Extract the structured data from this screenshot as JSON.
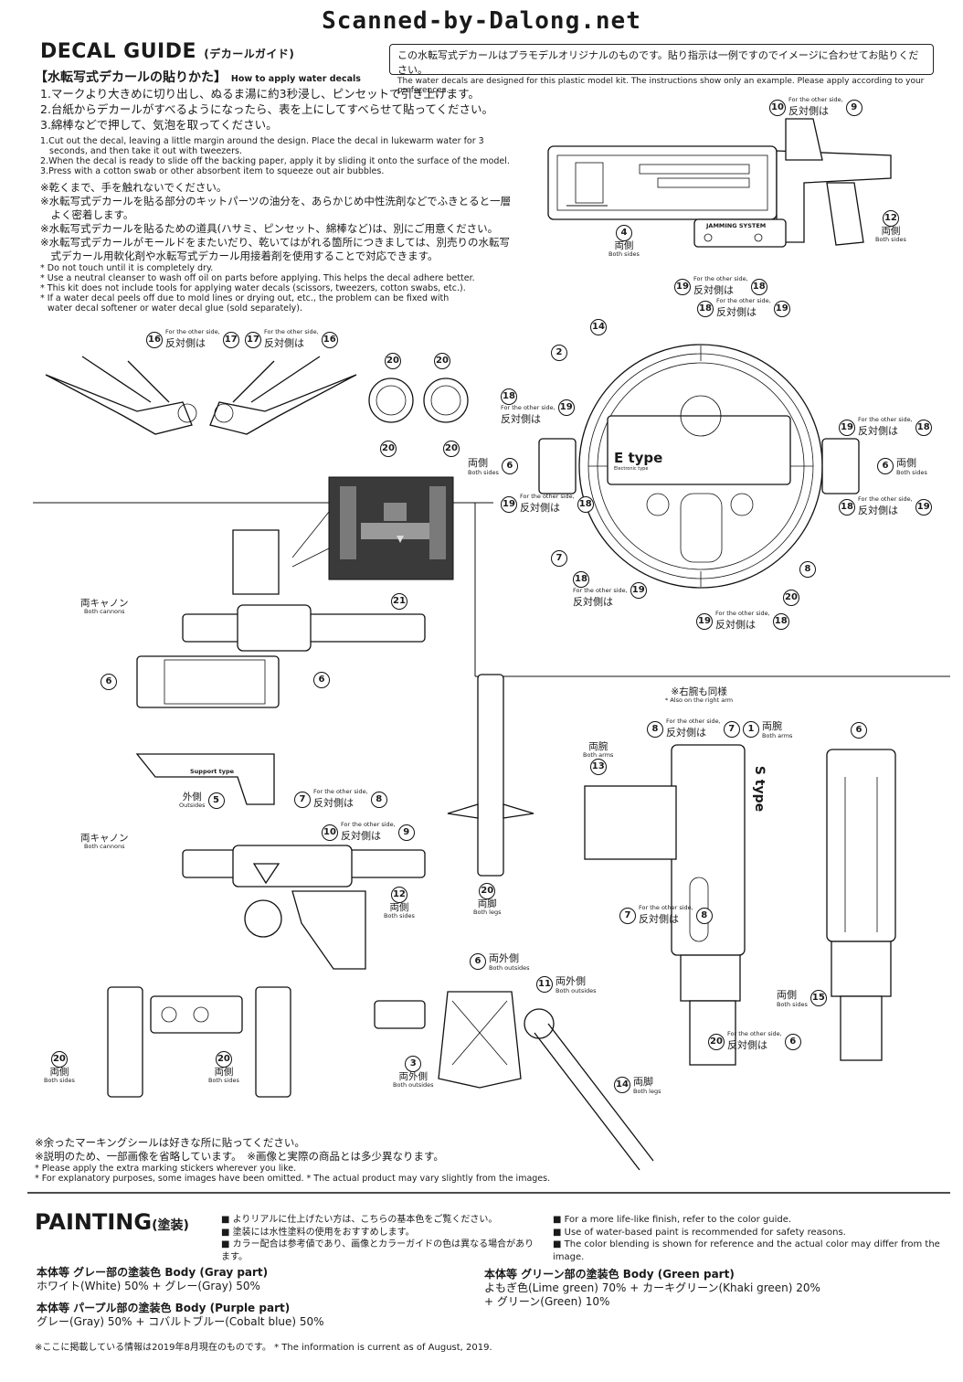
{
  "watermark": "Scanned-by-Dalong.net",
  "decal_guide": {
    "title": "DECAL GUIDE",
    "title_jp": "(デカールガイド)",
    "note_jp": "この水転写式デカールはプラモデルオリジナルのものです。貼り指示は一例ですのでイメージに合わせてお貼りください。",
    "note_en": "The water decals are designed for this plastic model kit. The instructions show only an example. Please apply according to your preferences.",
    "howto_jp": "【水転写式デカールの貼りかた】",
    "howto_en": "How to apply water decals",
    "steps_jp": [
      "1.マークより大きめに切り出し、ぬるま湯に約3秒浸し、ピンセットで引き上げます。",
      "2.台紙からデカールがすべるようになったら、表を上にしてすべらせて貼ってください。",
      "3.綿棒などで押して、気泡を取ってください。"
    ],
    "steps_en": [
      "1.Cut out the decal, leaving a little margin around the design. Place the decal in lukewarm water for 3",
      "   seconds, and then take it out with tweezers.",
      "2.When the decal is ready to slide off the backing paper, apply it by sliding it onto the surface of the model.",
      "3.Press with a cotton swab or other absorbent item to squeeze out air bubbles."
    ],
    "bullets_jp": [
      "※乾くまで、手を触れないでください。",
      "※水転写式デカールを貼る部分のキットパーツの油分を、あらかじめ中性洗剤などでふきとると一層",
      "　よく密着します。",
      "※水転写式デカールを貼るための道具(ハサミ、ピンセット、綿棒など)は、別にご用意ください。",
      "※水転写式デカールがモールドをまたいだり、乾いてはがれる箇所につきましては、別売りの水転写",
      "　式デカール用軟化剤や水転写式デカール用接着剤を使用することで対応できます。"
    ],
    "bullets_en": [
      "* Do not touch until it is completely dry.",
      "* Use a neutral cleanser to wash off oil on parts before applying. This helps the decal adhere better.",
      "* This kit does not include tools for applying water decals (scissors, tweezers, cotton swabs, etc.).",
      "* If a water decal peels off due to mold lines or drying out, etc., the problem can be fixed with",
      "   water decal softener or water decal glue (sold separately)."
    ]
  },
  "labels": {
    "for_other_side": "For the other side,",
    "reverse_jp": "反対側は",
    "both_sides_jp": "両側",
    "both_sides_en": "Both sides",
    "both_cannons_jp": "両キャノン",
    "both_cannons_en": "Both cannons",
    "outsides_jp": "外側",
    "outsides_en": "Outsides",
    "both_outsides_jp": "両外側",
    "both_outsides_en": "Both outsides",
    "both_legs_jp": "両脚",
    "both_legs_en": "Both legs",
    "both_arms_jp": "両腕",
    "both_arms_en": "Both arms",
    "right_arm_jp": "※右腕も同様",
    "right_arm_en": "* Also on the right arm",
    "jamming": "JAMMING SYSTEM",
    "etype": "E type",
    "etype_sub": "Electronic type",
    "stype": "S type",
    "support_type": "Support type"
  },
  "footer_notes": {
    "jp1": "※余ったマーキングシールは好きな所に貼ってください。",
    "jp2": "※説明のため、一部画像を省略しています。　※画像と実際の商品とは多少異なります。",
    "en1": "* Please apply the extra marking stickers wherever you like.",
    "en2": "* For explanatory purposes, some images have been omitted.  * The actual product may vary slightly from the images."
  },
  "painting": {
    "title": "PAINTING",
    "title_jp": "(塗装)",
    "notes_jp": [
      "■ よりリアルに仕上げたい方は、こちらの基本色をご覧ください。",
      "■ 塗装には水性塗料の使用をおすすめします。",
      "■ カラー配合は参考値であり、画像とカラーガイドの色は異なる場合があります。"
    ],
    "notes_en": [
      "■ For a more life-like finish, refer to the color guide.",
      "■ Use of water-based paint is recommended for safety reasons.",
      "■ The color blending is shown for reference and the actual color may differ from the image."
    ],
    "gray_h": "本体等 グレー部の塗装色 Body (Gray part)",
    "gray_r": "ホワイト(White) 50% + グレー(Gray) 50%",
    "purple_h": "本体等 パープル部の塗装色 Body (Purple part)",
    "purple_r": "グレー(Gray) 50% + コバルトブルー(Cobalt blue) 50%",
    "green_h": "本体等 グリーン部の塗装色 Body (Green part)",
    "green_r1": "よもぎ色(Lime green) 70% + カーキグリーン(Khaki green) 20%",
    "green_r2": "+ グリーン(Green) 10%",
    "info": "※ここに掲載している情報は2019年8月現在のものです。 * The information is current as of August, 2019."
  },
  "nums": [
    "1",
    "2",
    "3",
    "4",
    "5",
    "6",
    "7",
    "8",
    "9",
    "10",
    "11",
    "12",
    "13",
    "14",
    "15",
    "16",
    "17",
    "18",
    "19",
    "20",
    "21"
  ]
}
